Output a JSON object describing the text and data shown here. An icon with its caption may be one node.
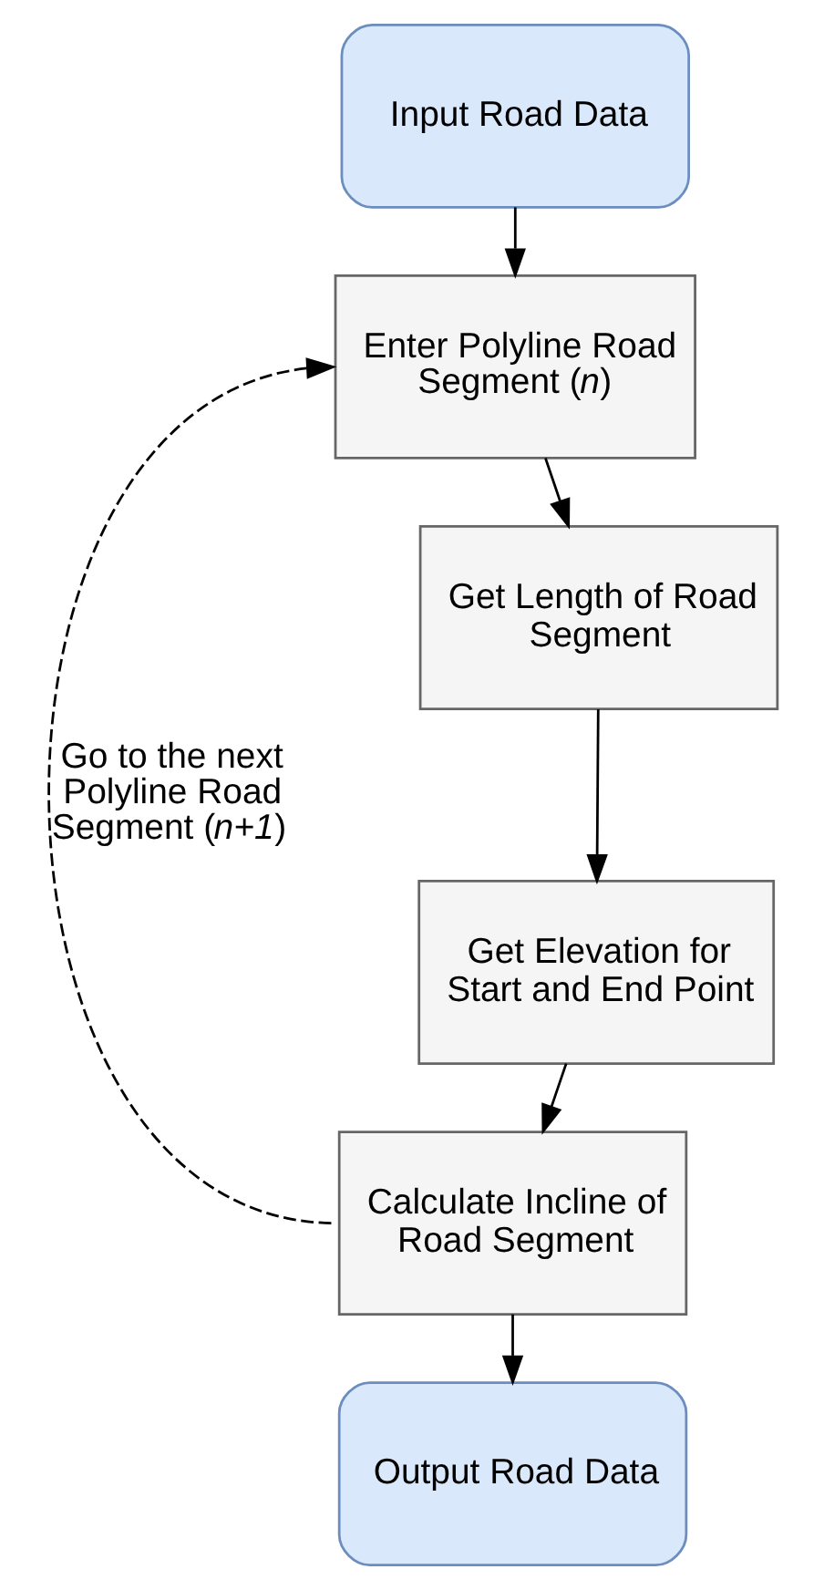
{
  "diagram": {
    "nodes": [
      {
        "text": [
          "Input Road Data"
        ]
      },
      {
        "text": [
          "Enter Polyline Road Segment (*n*)"
        ]
      },
      {
        "text": [
          "Get Length of Road Segment"
        ]
      },
      {
        "text": [
          "Get Elevation for Start and End Point"
        ]
      },
      {
        "text": [
          "Calculate Incline of Road Segment"
        ]
      },
      {
        "text": [
          "Output Road Data"
        ]
      }
    ],
    "edges": [
      {
        "from": 0,
        "to": 1,
        "arrow": "to"
      },
      {
        "from": 1,
        "to": 2,
        "arrow": "to"
      },
      {
        "from": 2,
        "to": 3,
        "arrow": "to"
      },
      {
        "from": 3,
        "to": 4,
        "arrow": "to"
      },
      {
        "from": 4,
        "to": 5,
        "arrow": "to"
      },
      {
        "from": 4,
        "to": 1,
        "arrow": "to",
        "style": "dashed",
        "label": "Go to the next Polyline Road Segment (*n+1*)"
      }
    ]
  }
}
